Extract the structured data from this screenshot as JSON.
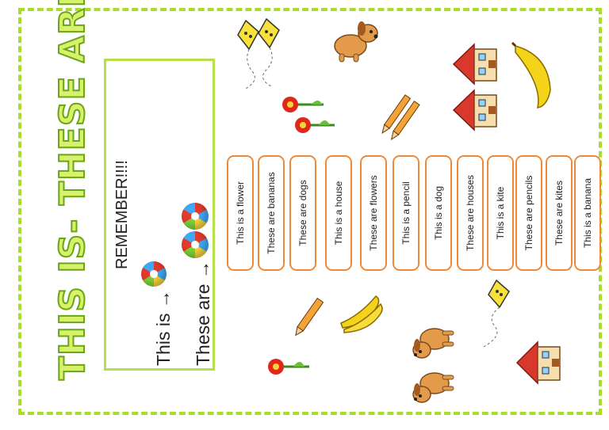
{
  "title": "THIS IS- THESE ARE",
  "remember": {
    "heading": "REMEMBER!!!!",
    "this_is": "This is →",
    "these_are": "These are →"
  },
  "cards": [
    "This is a flower",
    "These are bananas",
    "These are dogs",
    "This is a house",
    "These are flowers",
    "This is a pencil",
    "This is a dog",
    "These are houses",
    "This is a kite",
    "These are pencils",
    "These are kites",
    "This is a banana"
  ],
  "colors": {
    "frame": "#a8dd2c",
    "title_fill": "#d8f06a",
    "title_stroke": "#6aa619",
    "card_border": "#f08a3a"
  },
  "icons": [
    "kite-icon",
    "dog-icon",
    "house-icon",
    "banana-icon",
    "flower-icon",
    "pencil-icon",
    "beach-ball-icon"
  ]
}
